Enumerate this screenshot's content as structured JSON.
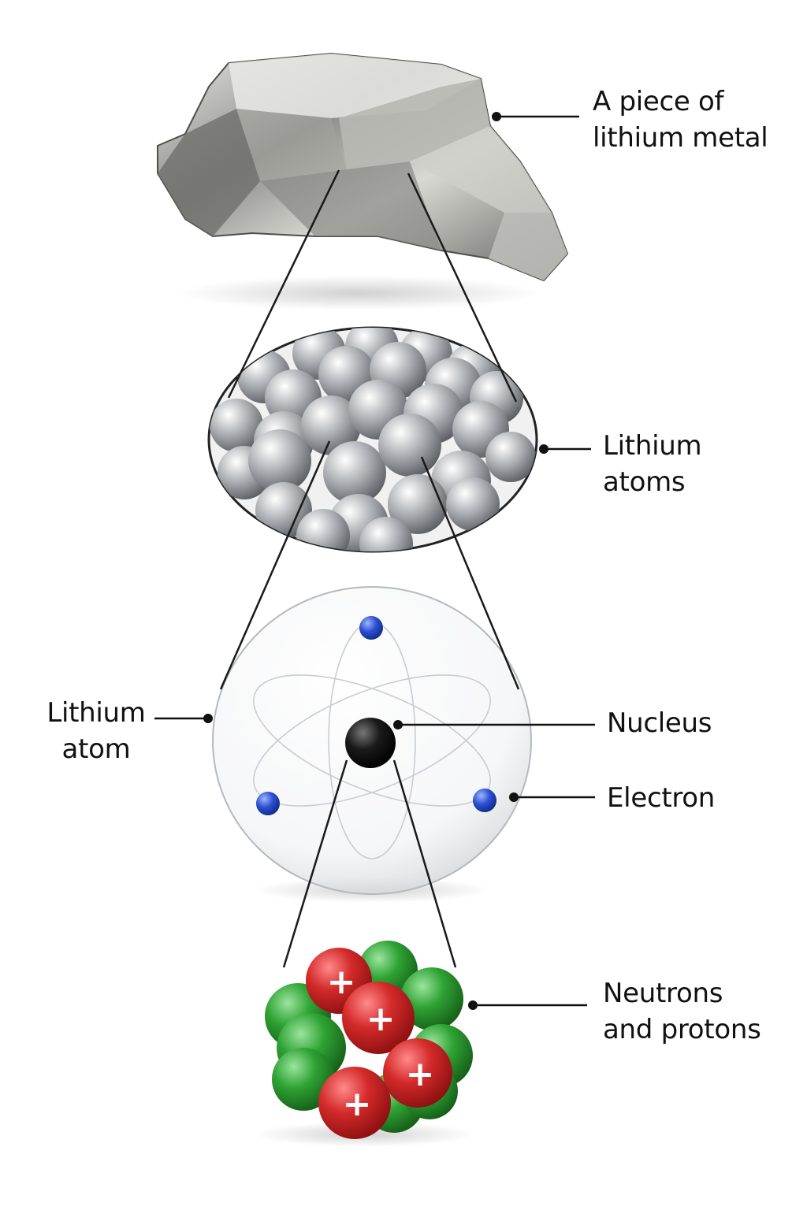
{
  "labels": {
    "metal": [
      "A piece of",
      "lithium metal"
    ],
    "atoms": [
      "Lithium",
      "atoms"
    ],
    "atom": [
      "Lithium",
      "atom"
    ],
    "nucleus": "Nucleus",
    "electron": "Electron",
    "nucleons": [
      "Neutrons",
      "and protons"
    ],
    "proton_sign": "+"
  },
  "colors": {
    "metal": "#9a9a9a",
    "atom_sphere": "#b0b4b8",
    "electron": "#2244bb",
    "nucleus": "#111111",
    "proton": "#d42a2a",
    "neutron": "#2fa334",
    "leader_line": "#111111"
  },
  "icons": [
    "lithium-metal-chunk",
    "lithium-atom-cluster",
    "lithium-atom-model",
    "nucleus-cluster"
  ]
}
